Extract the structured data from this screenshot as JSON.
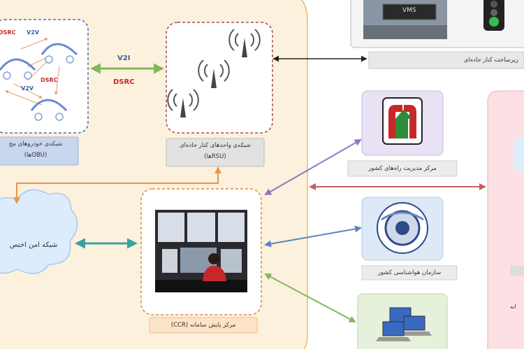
{
  "diagram": {
    "vehicle_network": {
      "title": "شبکه‌ی خودروهای مج",
      "subtitle": "(OBUها)",
      "labels": {
        "dsrc_top": "DSRC",
        "v2v_top": "V2V",
        "dsrc_mid": "DSRC",
        "v2v_mid": "V2V"
      }
    },
    "link_v2i": {
      "top": "V2I",
      "bottom": "DSRC"
    },
    "rsu_network": {
      "title": "شبکه‌ی واحدهای کنار جاده‌ای",
      "subtitle": "(RSUها)"
    },
    "roadside_infra": {
      "title": "زیرساخت کنار جاده‌ای",
      "vms": "VMS"
    },
    "road_management": {
      "title": "مرکز مدیریت راه‌های کشور"
    },
    "secure_network": {
      "title": "شبکه امن اختص"
    },
    "control_center": {
      "title": "مرکز پایش سامانه (CCR)"
    },
    "meteorology": {
      "title": "سازمان هواشناسی کشور"
    },
    "right_panel": {
      "partial": "انه"
    }
  },
  "colors": {
    "panel_bg": "#fcf1dc",
    "panel_border": "#f0b860",
    "dashed_blue": "#5470b0",
    "dashed_red": "#a05050",
    "dashed_orange": "#e08838",
    "caption_blue": "#c9d6ef",
    "caption_grey": "#e2e2e2",
    "caption_orange": "#fde3c8",
    "arrow_green": "#80b85a",
    "arrow_purple": "#8e78c0",
    "arrow_red": "#c06060",
    "arrow_blue": "#5a86c0",
    "arrow_teal": "#3aa0a0",
    "arrow_orange": "#e8964e",
    "cloud": "#dcecfc",
    "pink_panel": "#fde0e4"
  }
}
